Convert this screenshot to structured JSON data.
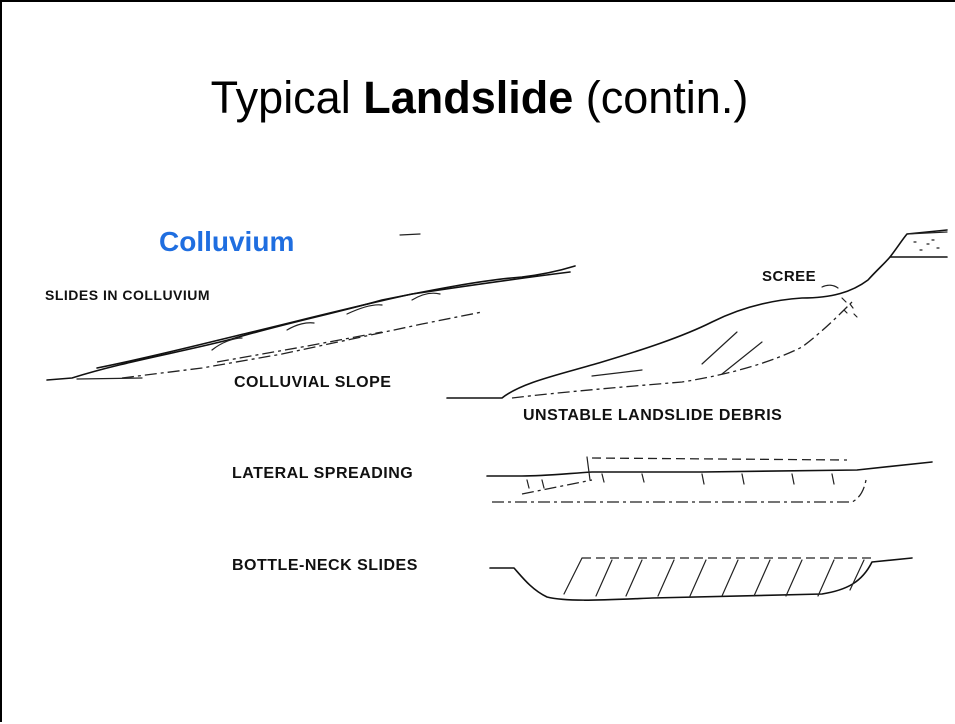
{
  "slide": {
    "title_prefix": "Typical ",
    "title_bold": "Landslide",
    "title_suffix": " (contin.)",
    "subtitle": "Colluvium"
  },
  "labels": {
    "slides_in_colluvium": "SLIDES IN COLLUVIUM",
    "colluvial_slope": "COLLUVIAL SLOPE",
    "scree": "SCREE",
    "unstable_debris": "UNSTABLE LANDSLIDE DEBRIS",
    "lateral_spreading": "LATERAL SPREADING",
    "bottle_neck": "BOTTLE-NECK SLIDES"
  },
  "colors": {
    "subtitle": "#1f6ee0",
    "ink": "#111111"
  }
}
